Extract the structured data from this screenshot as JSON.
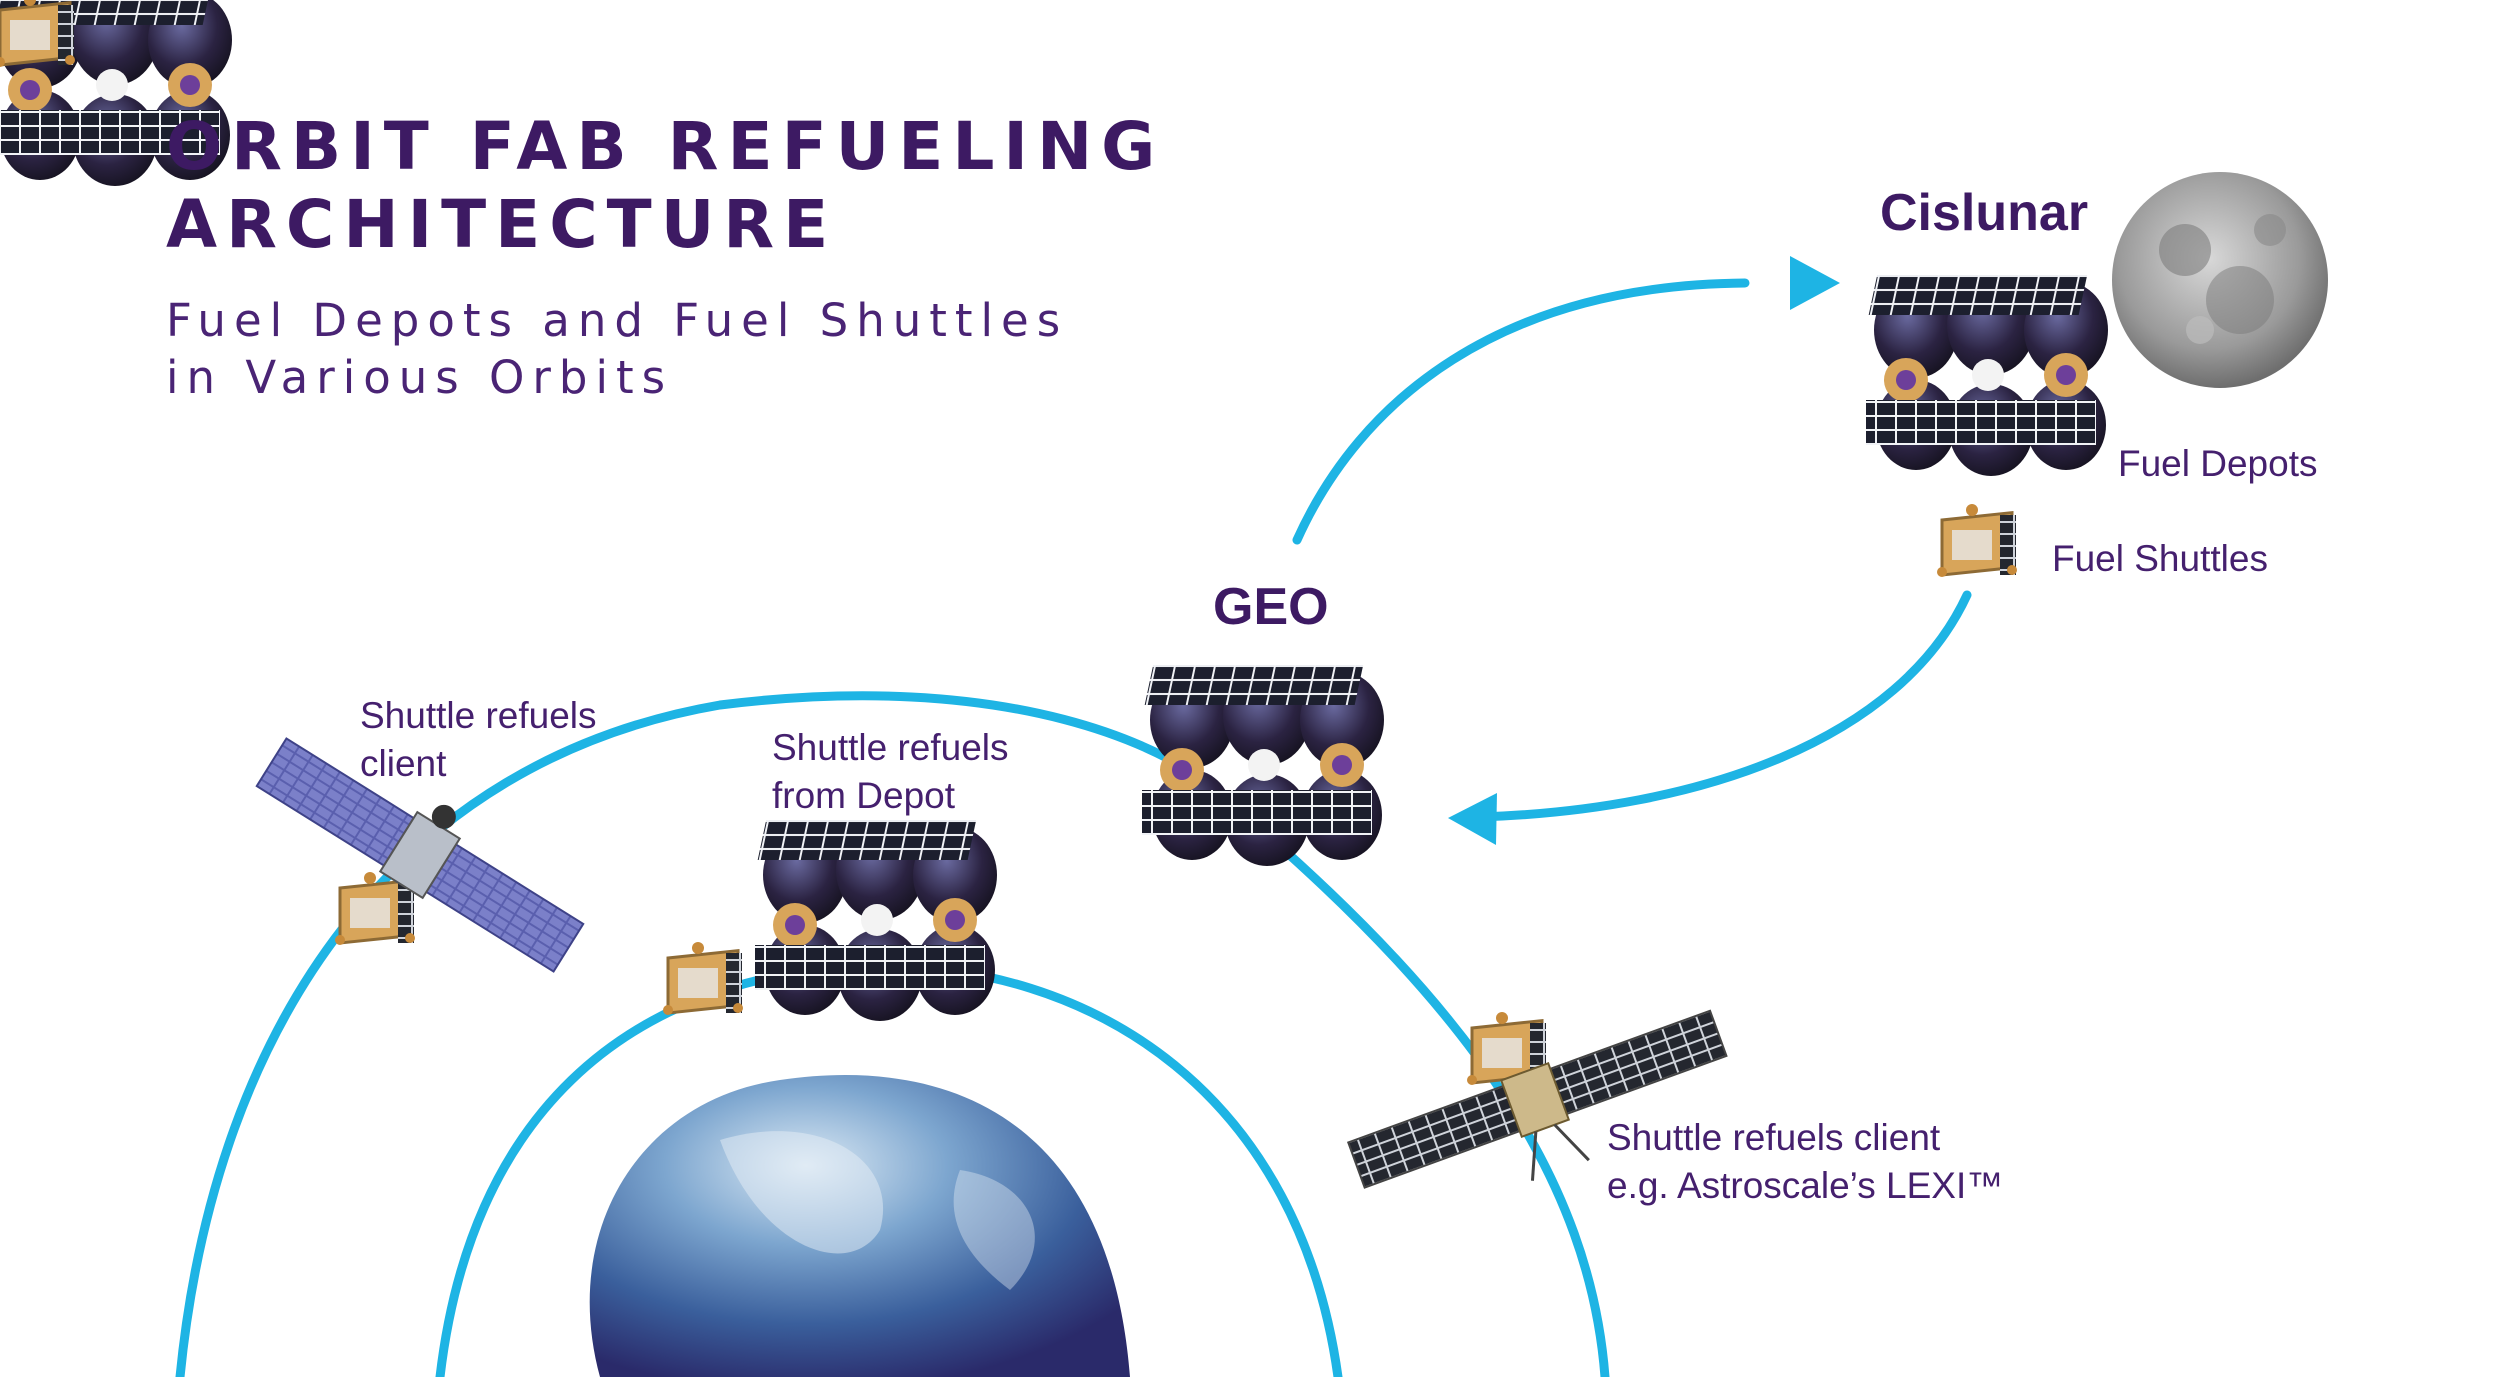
{
  "title": {
    "line1": "ORBIT FAB REFUELING",
    "line2": "ARCHITECTURE"
  },
  "subtitle": {
    "line1": "Fuel Depots and Fuel Shuttles",
    "line2": "in Various Orbits"
  },
  "labels": {
    "cislunar": "Cislunar",
    "geo": "GEO",
    "fuel_depots": "Fuel Depots",
    "fuel_shuttles": "Fuel Shuttles",
    "shuttle_refuels_client_1": "Shuttle refuels",
    "shuttle_refuels_client_2": "client",
    "shuttle_from_depot_1": "Shuttle refuels",
    "shuttle_from_depot_2": "from Depot",
    "lexi_1": "Shuttle refuels client",
    "lexi_2": "e.g. Astroscale’s LEXI™"
  },
  "colors": {
    "orbit": "#1eb4e4",
    "text": "#3d1a63",
    "depot_body": "#2b2342",
    "solar_panel": "#e8ecf2",
    "shuttle": "#d8a55a",
    "earth": "#3f6fa8",
    "moon": "#8c8c8c"
  },
  "icons": [
    "earth-icon",
    "moon-icon",
    "fuel-depot-icon",
    "fuel-shuttle-icon",
    "client-satellite-icon",
    "lexi-satellite-icon",
    "arrowhead-icon"
  ]
}
